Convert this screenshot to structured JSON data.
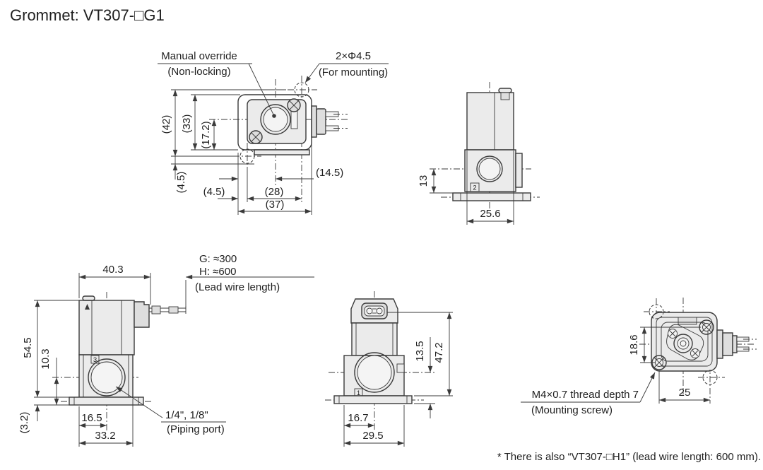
{
  "title": "Grommet: VT307-□G1",
  "footnote": "* There is also “VT307-□H1” (lead wire length: 600 mm).",
  "colors": {
    "line": "#3a3a3a",
    "body_fill": "#ebebeb",
    "background": "#ffffff"
  },
  "views": {
    "top": {
      "label_manual_override": "Manual override",
      "label_manual_override_sub": "(Non-locking)",
      "label_mounting": "2×Φ4.5",
      "label_mounting_sub": "(For mounting)",
      "dim_total_height": "(42)",
      "dim_body_height": "(33)",
      "dim_center_height": "(17.2)",
      "dim_offset_left": "(4.5)",
      "dim_offset_bottom": "(4.5)",
      "dim_hole_pitch": "(28)",
      "dim_width": "(37)",
      "dim_center_offset": "(14.5)"
    },
    "side": {
      "dim_port_height": "13",
      "dim_width": "25.6",
      "port_number": "2"
    },
    "front_left": {
      "dim_width_total": "40.3",
      "dim_height": "54.5",
      "dim_port_height": "10.3",
      "dim_base_thickness": "(3.2)",
      "dim_port_x": "16.5",
      "dim_width": "33.2",
      "label_wire_g": "G: ≈300",
      "label_wire_h": "H: ≈600",
      "label_wire_caption": "(Lead wire length)",
      "label_piping": "1/4\", 1/8\"",
      "label_piping_sub": "(Piping port)",
      "port_number": "3"
    },
    "front": {
      "dim_port_height": "13.5",
      "dim_height": "47.2",
      "dim_port_x": "16.7",
      "dim_width": "29.5",
      "port_number": "1"
    },
    "bottom": {
      "dim_screw_pitch_v": "18.6",
      "dim_screw_pitch_h": "25",
      "label_screw": "M4×0.7 thread depth 7",
      "label_screw_sub": "(Mounting screw)"
    }
  }
}
